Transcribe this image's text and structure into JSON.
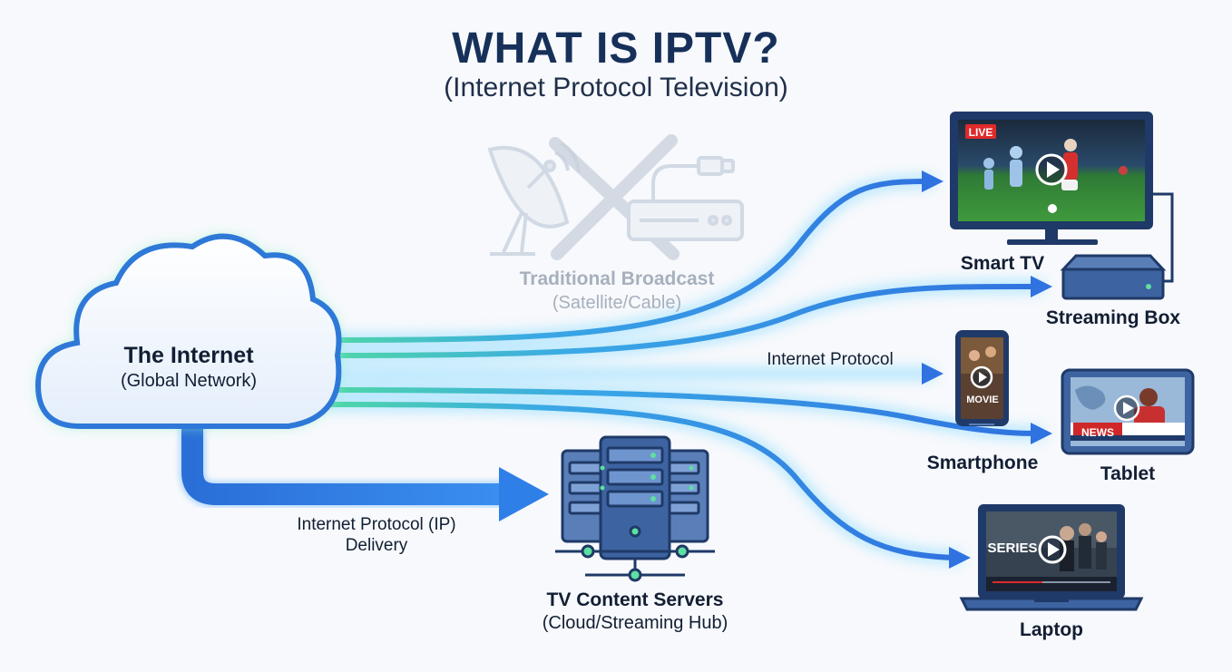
{
  "header": {
    "title": "WHAT IS IPTV?",
    "subtitle": "(Internet Protocol Television)"
  },
  "internet": {
    "title": "The Internet",
    "subtitle": "(Global Network)"
  },
  "broadcast": {
    "title": "Traditional Broadcast",
    "subtitle": "(Satellite/Cable)"
  },
  "servers": {
    "title": "TV Content Servers",
    "subtitle": "(Cloud/Streaming Hub)"
  },
  "delivery": {
    "line1": "Internet Protocol (IP)",
    "line2": "Delivery"
  },
  "protocol_label": "Internet Protocol",
  "devices": {
    "smart_tv": {
      "label": "Smart TV",
      "badge": "LIVE"
    },
    "streaming_box": {
      "label": "Streaming Box"
    },
    "smartphone": {
      "label": "Smartphone",
      "badge": "MOVIE"
    },
    "tablet": {
      "label": "Tablet",
      "badge": "NEWS"
    },
    "laptop": {
      "label": "Laptop",
      "badge": "SERIES"
    }
  },
  "colors": {
    "navy": "#16305a",
    "device_blue": "#3a5f9e",
    "flow_blue": "#2f86e8",
    "flow_green": "#3fd0a0",
    "live_red": "#e02a2a"
  }
}
